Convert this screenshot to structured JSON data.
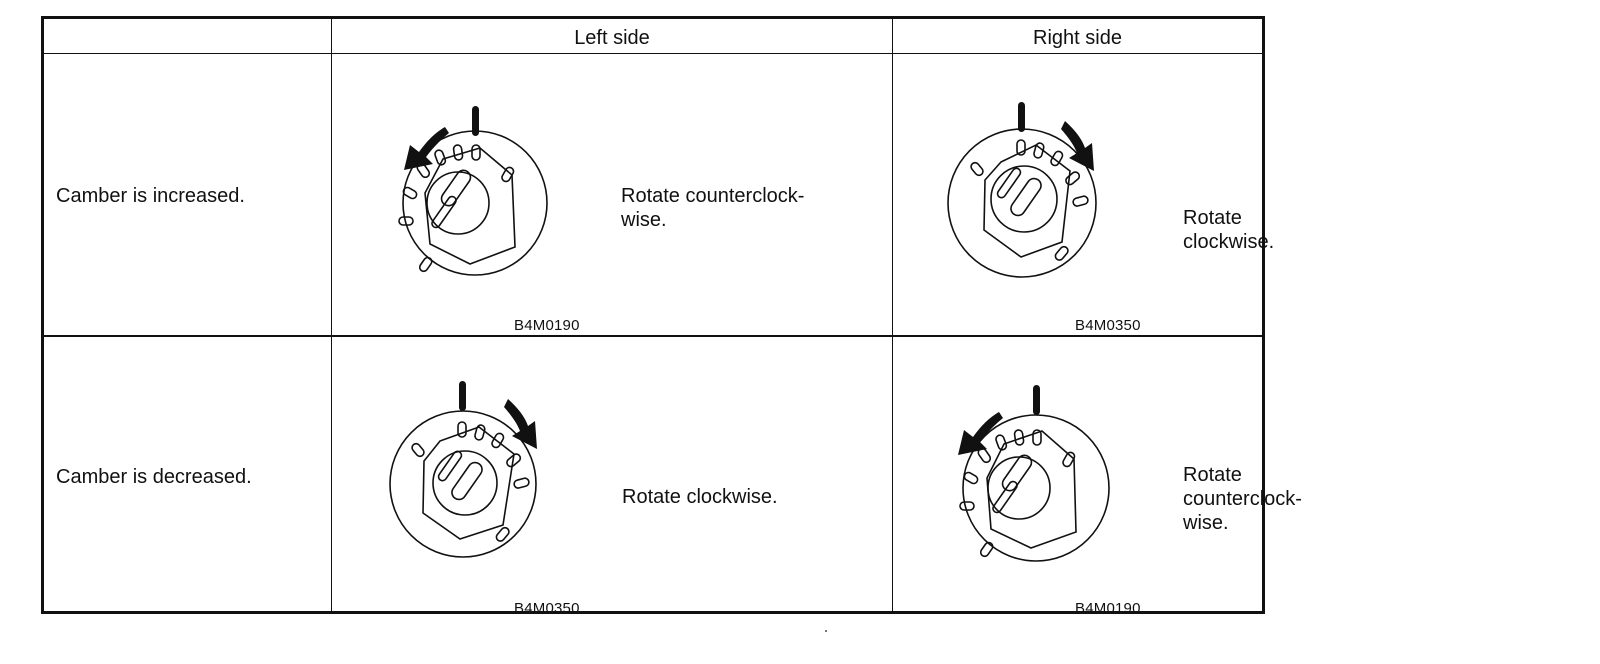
{
  "table": {
    "columns": [
      "",
      "Left side",
      "Right side"
    ],
    "rows": [
      {
        "label": "Camber is increased.",
        "left": {
          "instruction_lines": [
            "Rotate counterclock-",
            "wise."
          ],
          "figure_code": "B4M0190",
          "direction": "counterclockwise"
        },
        "right": {
          "instruction_lines": [
            "Rotate clockwise."
          ],
          "figure_code": "B4M0350",
          "direction": "clockwise"
        }
      },
      {
        "label": "Camber is decreased.",
        "left": {
          "instruction_lines": [
            "Rotate clockwise."
          ],
          "figure_code": "B4M0350",
          "direction": "clockwise"
        },
        "right": {
          "instruction_lines": [
            "Rotate counterclock-",
            "wise."
          ],
          "figure_code": "B4M0190",
          "direction": "counterclockwise"
        }
      }
    ]
  },
  "icons": {
    "dial": "camber-adjusting-bolt-icon",
    "arrow": "rotation-arrow-icon"
  },
  "colors": {
    "ink": "#111111",
    "paper": "#ffffff"
  }
}
